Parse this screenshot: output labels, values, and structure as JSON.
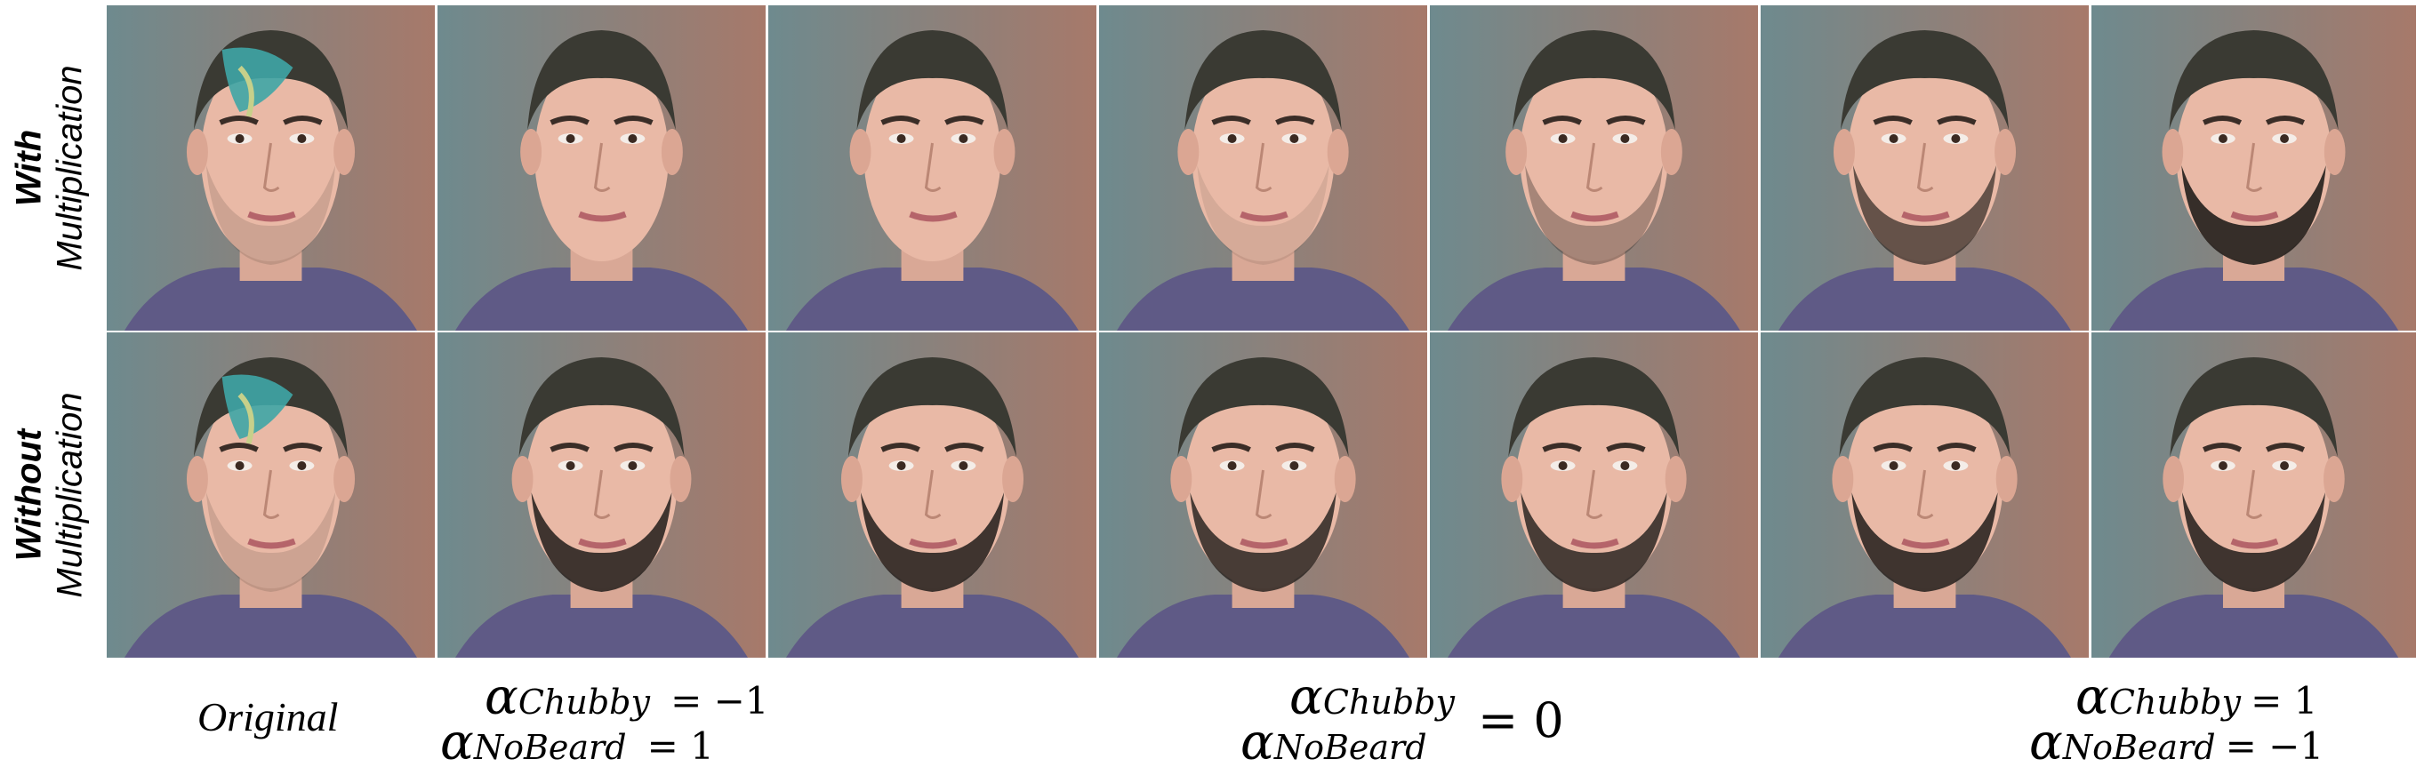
{
  "rows": [
    {
      "label_bold": "With",
      "label_italic": "Multiplication"
    },
    {
      "label_bold": "Without",
      "label_italic": "Multiplication"
    }
  ],
  "captions": {
    "original": "Original",
    "left": {
      "line1_symbol": "α",
      "line1_sub": "Chubby",
      "line1_eq": "= −1",
      "line2_symbol": "α",
      "line2_sub": "NoBeard",
      "line2_eq": "= 1"
    },
    "middle": {
      "line1_symbol": "α",
      "line1_sub": "Chubby",
      "line2_symbol": "α",
      "line2_sub": "NoBeard",
      "eq": "= 0"
    },
    "right": {
      "line1_symbol": "α",
      "line1_sub": "Chubby",
      "line1_eq": "= 1",
      "line2_symbol": "α",
      "line2_sub": "NoBeard",
      "line2_eq": "= −1"
    }
  },
  "colors": {
    "skin": "#e9b9a6",
    "hair": "#3a3a33",
    "hair_dyed": "#3fa6a6",
    "beard": "#2c2622",
    "bg_left": "#6e8a8e",
    "bg_right": "#a7796a",
    "shirt": "#5f5a86"
  }
}
